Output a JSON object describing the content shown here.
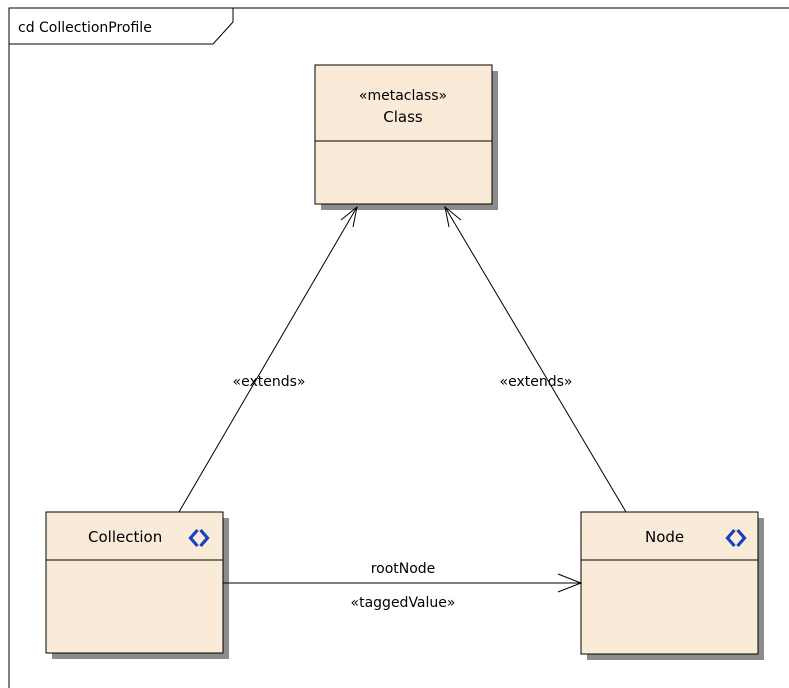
{
  "diagram": {
    "frame_label": "cd CollectionProfile",
    "colors": {
      "class_fill": "#f9ebd7",
      "shadow": "#8c8c8c",
      "line": "#000000",
      "stereotype_icon": "#1a3fc4"
    },
    "metaclass": {
      "stereotype": "«metaclass»",
      "name": "Class"
    },
    "collection": {
      "name": "Collection",
      "icon": "stereotype-chevrons-icon"
    },
    "node": {
      "name": "Node",
      "icon": "stereotype-chevrons-icon"
    },
    "extends_left": {
      "label": "«extends»"
    },
    "extends_right": {
      "label": "«extends»"
    },
    "association": {
      "role": "rootNode",
      "stereotype": "«taggedValue»"
    }
  }
}
